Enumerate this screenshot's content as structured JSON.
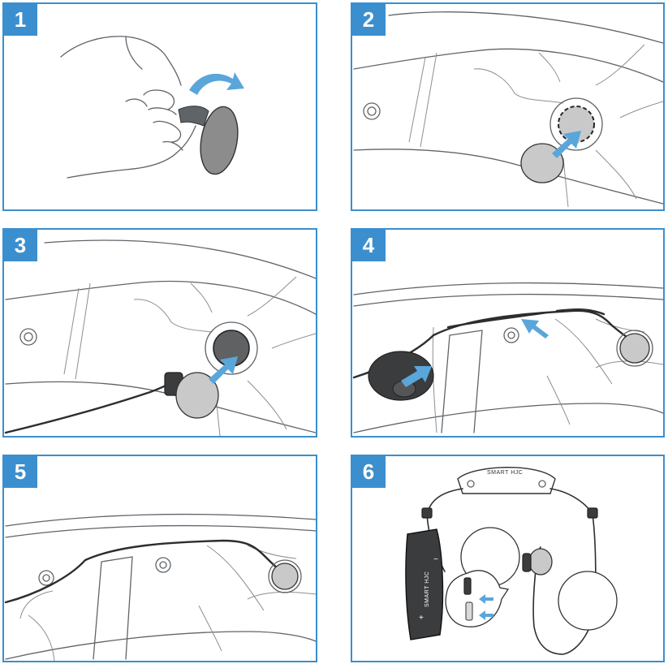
{
  "steps": [
    {
      "number": "1"
    },
    {
      "number": "2"
    },
    {
      "number": "3"
    },
    {
      "number": "4"
    },
    {
      "number": "5"
    },
    {
      "number": "6"
    }
  ],
  "device": {
    "main_unit_brand": "SMART HJC",
    "side_unit_brand": "SMART HJC",
    "plus_label": "+",
    "minus_label": "−"
  },
  "colors": {
    "accent": "#3b8fce",
    "arrow": "#5aa6da",
    "pad": "#8c8c8c"
  }
}
